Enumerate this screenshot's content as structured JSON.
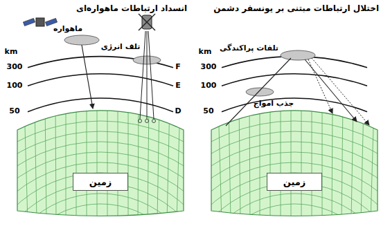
{
  "diagram": {
    "nodes": [
      {
        "text": [
          "زمین"
        ]
      },
      {
        "text": [
          "زمین"
        ]
      }
    ],
    "labels": [
      "انسداد ارتباطات ماهواره‌ای",
      "اختلال ارتباطات مبتنی بر یونسفر دشمن",
      "ماهواره",
      "تلف انرژی",
      "km",
      "300",
      "100",
      "50",
      "F",
      "E",
      "D",
      "تلفات پراکندگی",
      "جذب امواج",
      "km",
      "300",
      "100",
      "50"
    ]
  }
}
